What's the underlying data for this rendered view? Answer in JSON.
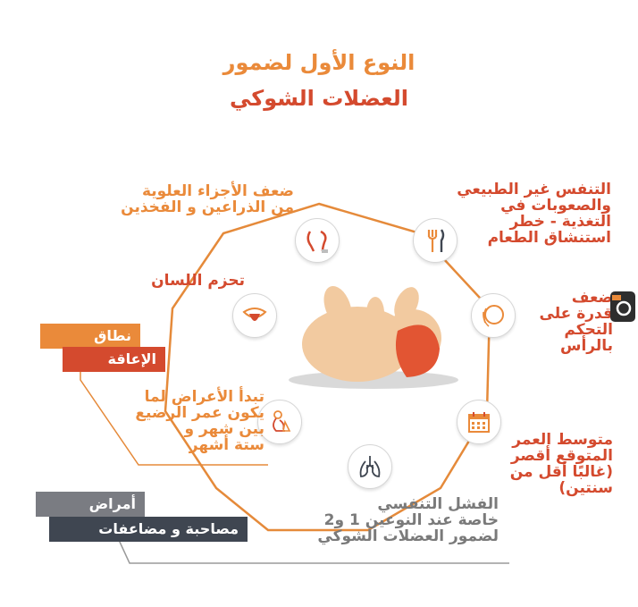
{
  "title": {
    "line1": "النوع الأول لضمور",
    "line2": "العضلات الشوكي"
  },
  "symptoms": {
    "upper_weakness": {
      "line1": "ضعف الأجزاء العلوية",
      "line2": "من الذراعين و الفخذين"
    },
    "tongue": {
      "line1": "تحزم اللسان"
    },
    "age": {
      "line1": "تبدأ الأعراض لما",
      "line2": "يكون عمر الرضيع",
      "line3": "بين شهر و",
      "line4": "ستة أشهر"
    },
    "respiratory": {
      "line1": "الفشل التنفسي",
      "line2": "خاصة عند النوعين 1 و2",
      "line3": "لضمور العضلات الشوكي"
    },
    "breathing": {
      "line1": "التنفس غير الطبيعي",
      "line2": "والصعوبات في",
      "line3": "التغذية - خطر",
      "line4": "استنشاق الطعام"
    },
    "head": {
      "line1": "ضعف",
      "line2": "قدرة على",
      "line3": "التحكم",
      "line4": "بالرأس"
    },
    "lifespan": {
      "line1": "متوسط العمر",
      "line2": "المتوقع أقصر",
      "line3": "(غالبًا أقل من",
      "line4": "سنتين)"
    }
  },
  "tags": {
    "range": "نطاق",
    "disability": "الإعاقة",
    "diseases": "أمراض",
    "complications": "مصاحبة و مضاعفات"
  },
  "colors": {
    "orange": "#ea8a3a",
    "red": "#d44a2e",
    "dark_grey": "#3f4651",
    "mid_grey": "#7a7c82"
  },
  "icons": [
    "muscle-icon",
    "fork-knife-icon",
    "head-icon",
    "calendar-icon",
    "lungs-icon",
    "baby-icon",
    "tongue-icon"
  ]
}
